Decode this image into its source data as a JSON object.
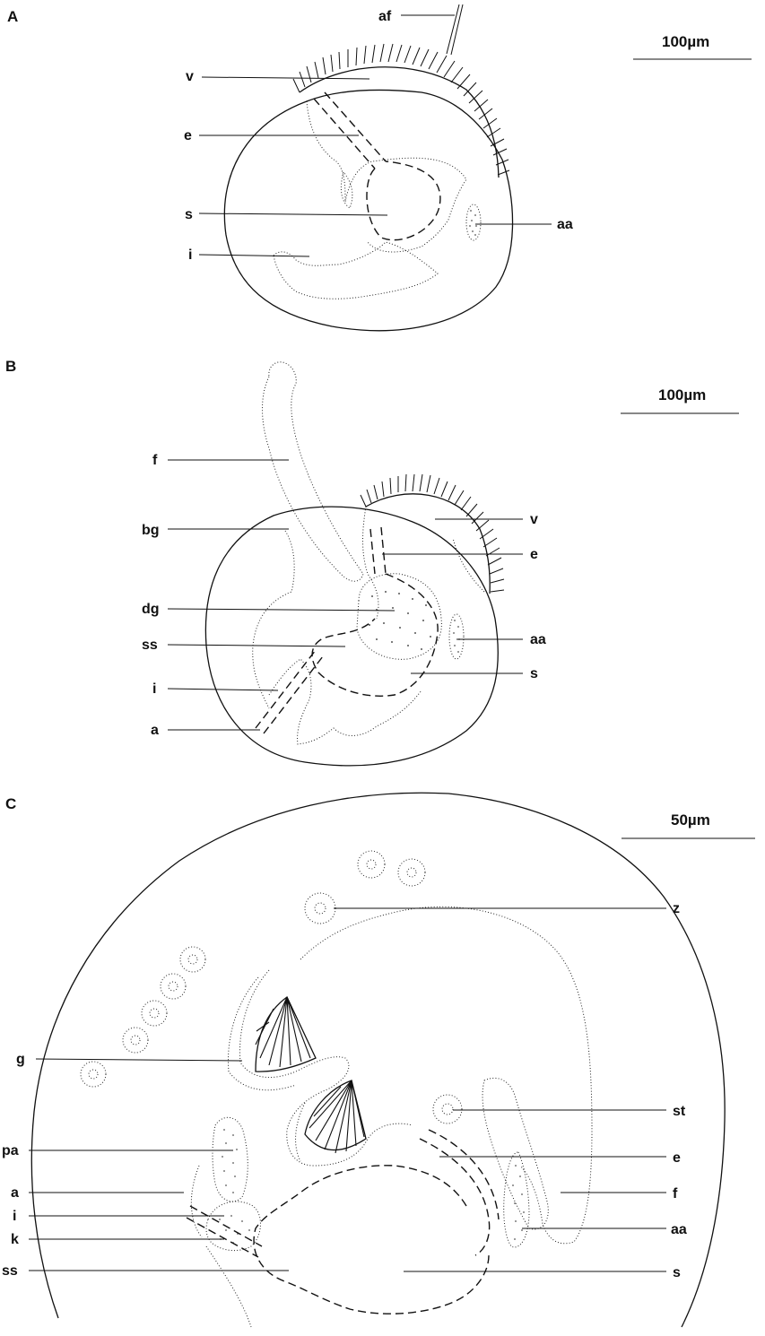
{
  "panels": {
    "A": {
      "panel_label": "A",
      "scale_bar": "100µm",
      "labels": {
        "af": "af",
        "v": "v",
        "e": "e",
        "s": "s",
        "i": "i",
        "aa": "aa"
      }
    },
    "B": {
      "panel_label": "B",
      "scale_bar": "100µm",
      "labels": {
        "f": "f",
        "bg": "bg",
        "dg": "dg",
        "ss": "ss",
        "i": "i",
        "a": "a",
        "v": "v",
        "e": "e",
        "aa": "aa",
        "s": "s"
      }
    },
    "C": {
      "panel_label": "C",
      "scale_bar": "50µm",
      "labels": {
        "z": "z",
        "g": "g",
        "pa": "pa",
        "a": "a",
        "i": "i",
        "k": "k",
        "ss": "ss",
        "st": "st",
        "e": "e",
        "f": "f",
        "aa": "aa",
        "s": "s"
      }
    }
  }
}
